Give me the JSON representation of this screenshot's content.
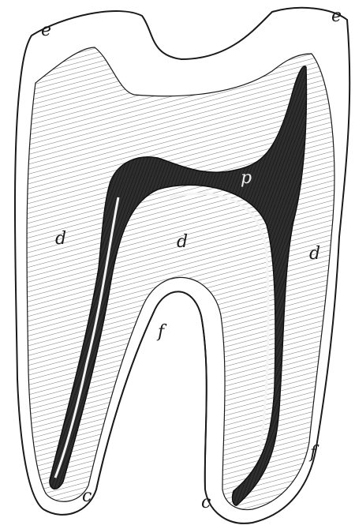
{
  "labels": {
    "e_left": "e",
    "e_right": "e",
    "d_left": "d",
    "d_center": "d",
    "d_right": "d",
    "p": "p",
    "f_center": "f",
    "f_right": "f",
    "c_left": "c",
    "c_center": "c"
  },
  "colors": {
    "ink": "#1a1a1a",
    "dentine": "#d8d8d8",
    "pulp": "#3a3a3a",
    "enamel": "#ffffff",
    "paper": "#ffffff"
  }
}
